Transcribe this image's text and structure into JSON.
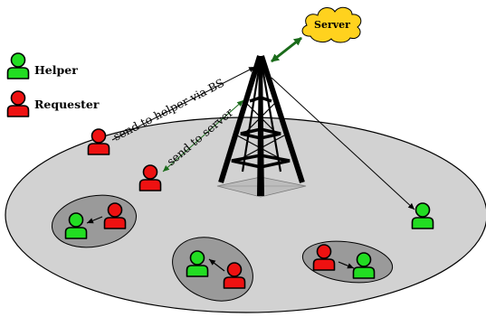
{
  "legend": {
    "helper_label": "Helper",
    "requester_label": "Requester"
  },
  "server": {
    "label": "Server"
  },
  "links": {
    "via_bs": "send to helper via BS",
    "to_server": "send to server"
  },
  "colors": {
    "helper": "#22dd22",
    "requester": "#ee1111",
    "cell": "#d2d2d2",
    "cluster": "#9a9a9a",
    "server_cloud": "#ffd21e",
    "server_link": "#1a6b1a",
    "to_server_arrow": "#1a6b1a"
  },
  "icons": {
    "person": "person-icon",
    "tower": "cell-tower-icon",
    "cloud": "cloud-icon"
  }
}
